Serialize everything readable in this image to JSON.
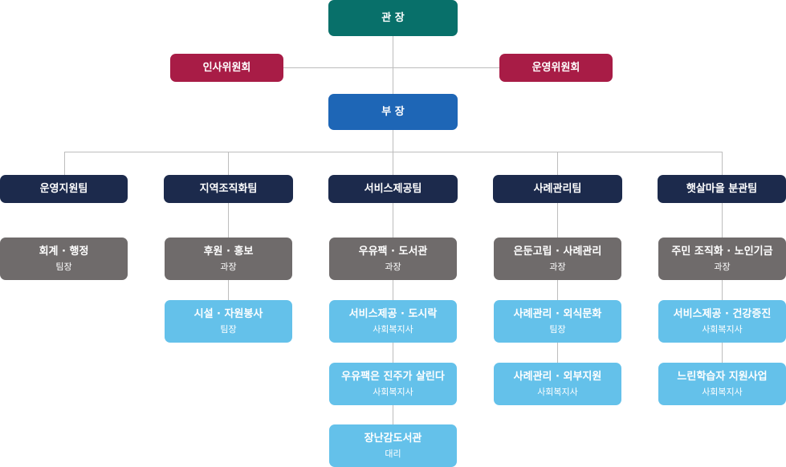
{
  "director": "관 장",
  "deputy": "부 장",
  "committees": [
    "인사위원회",
    "운영위원회"
  ],
  "teams": [
    {
      "name": "운영지원팀",
      "members": [
        {
          "title": "회계 · 행정",
          "role": "팀장"
        }
      ]
    },
    {
      "name": "지역조직화팀",
      "members": [
        {
          "title": "후원 · 홍보",
          "role": "과장"
        },
        {
          "title": "시설 · 자원봉사",
          "role": "팀장"
        }
      ]
    },
    {
      "name": "서비스제공팀",
      "members": [
        {
          "title": "우유팩 · 도서관",
          "role": "과장"
        },
        {
          "title": "서비스제공 · 도시락",
          "role": "사회복지사"
        },
        {
          "title": "우유팩은 진주가 살린다",
          "role": "사회복지사"
        },
        {
          "title": "장난감도서관",
          "role": "대리"
        }
      ]
    },
    {
      "name": "사례관리팀",
      "members": [
        {
          "title": "은둔고립 · 사례관리",
          "role": "과장"
        },
        {
          "title": "사례관리 · 외식문화",
          "role": "팀장"
        },
        {
          "title": "사례관리 · 외부지원",
          "role": "사회복지사"
        }
      ]
    },
    {
      "name": "햇살마을 분관팀",
      "members": [
        {
          "title": "주민 조직화 · 노인기금",
          "role": "과장"
        },
        {
          "title": "서비스제공 · 건강증진",
          "role": "사회복지사"
        },
        {
          "title": "느린학습자 지원사업",
          "role": "사회복지사"
        }
      ]
    }
  ],
  "colors": {
    "director": "#08706a",
    "committee": "#a81c46",
    "deputy": "#1e66b6",
    "team": "#1c2a4c",
    "lead": "#6f6b6b",
    "staff": "#64c1ea",
    "line": "#bdbdbd"
  }
}
